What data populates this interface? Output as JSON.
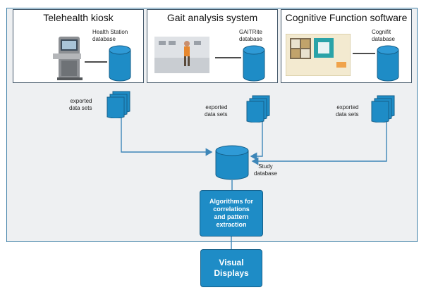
{
  "systems": [
    {
      "title": "Telehealth kiosk",
      "db_label_line1": "Health Station",
      "db_label_line2": "database"
    },
    {
      "title": "Gait analysis system",
      "db_label_line1": "GAITRite",
      "db_label_line2": "database"
    },
    {
      "title": "Cognitive Function software",
      "db_label_line1": "Cognifit",
      "db_label_line2": "database"
    }
  ],
  "exported": [
    {
      "line1": "exported",
      "line2": "data sets"
    },
    {
      "line1": "exported",
      "line2": "data sets"
    },
    {
      "line1": "exported",
      "line2": "data sets"
    }
  ],
  "study_db": {
    "line1": "Study",
    "line2": "database"
  },
  "algorithms": {
    "line1": "Algorithms for",
    "line2": "correlations",
    "line3": "and pattern",
    "line4": "extraction"
  },
  "visual": {
    "line1": "Visual",
    "line2": "Displays"
  },
  "colors": {
    "accent": "#1e8cc6",
    "arrow": "#3d86b8",
    "border": "#45596b"
  }
}
